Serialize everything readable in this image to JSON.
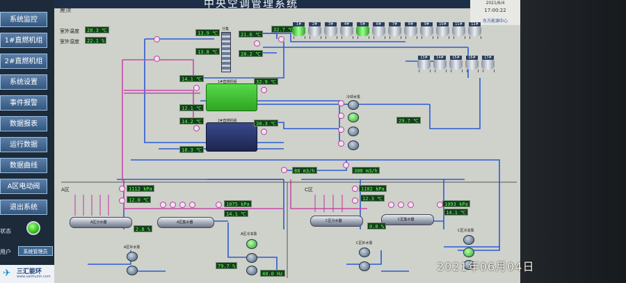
{
  "app": {
    "title": "中央空调管理系统",
    "date": "2021/6/4",
    "time": "17:00:22",
    "org": "东方能源中心",
    "area_title": "屋顶"
  },
  "menu": {
    "items": [
      "系统监控",
      "1#直燃机组",
      "2#直燃机组",
      "系统设置",
      "事件报警",
      "数据报表",
      "运行数据",
      "数据曲线",
      "A区电动阀",
      "退出系统"
    ],
    "status_label": "状态",
    "user_label": "用户",
    "user_value": "系统管理员"
  },
  "logo": {
    "name": "三汇能环",
    "url": "www.sanhuinh.com"
  },
  "outdoor": {
    "temp_label": "室外温度",
    "temp_value": "28.3 ℃",
    "hum_label": "室外湿度",
    "hum_value": "22.1 %"
  },
  "readings": {
    "r1": "13.9 ℃",
    "r2": "21.6 ℃",
    "r3": "13.8 ℃",
    "r4": "28.2 ℃",
    "r5": "32.7 ℃",
    "r6": "14.1 ℃",
    "r7": "32.9 ℃",
    "r8": "12.1 ℃",
    "r9": "14.2 ℃",
    "r10": "30.3 ℃",
    "r11": "18.3 ℃",
    "r12": "29.7 ℃",
    "flow1": "88 m3/h",
    "flow2": "300 m3/h",
    "a_kpa1": "1112 kPa",
    "a_t1": "12.0 ℃",
    "a_pct": "2.8 %",
    "a_kpa2": "1075 kPa",
    "a_t2": "14.1 ℃",
    "a_pct2": "79.7 %",
    "a_hz": "40.0 Hz",
    "c_kpa1": "1102 kPa",
    "c_t1": "12.3 ℃",
    "c_pct": "0.0 %",
    "c_kpa2": "1093 kPa",
    "c_t2": "14.1 ℃"
  },
  "labels": {
    "manifold": "分集",
    "chiller1": "1#直燃机组",
    "chiller2": "2#直燃机组",
    "cooling_pump": "冷却水泵",
    "a_zone": "A区",
    "c_zone": "C区",
    "a_sep": "A区分水器",
    "a_col": "A区集水器",
    "a_pump": "A区补水泵",
    "a_chw_pump": "A区冷冻泵",
    "c_sep": "C区分水器",
    "c_col": "C区集水器",
    "c_pump": "C区补水泵",
    "c_chw_pump": "C区冷冻泵"
  },
  "towers": [
    "1#",
    "2#",
    "3#",
    "4#",
    "5#",
    "6#",
    "7#",
    "8#",
    "9#",
    "10#",
    "11#",
    "12#",
    "13#",
    "14#",
    "15#",
    "16#",
    "17#"
  ],
  "stamp": "2021年06月04日",
  "colors": {
    "screen_bg": "#cfd1cb",
    "value_bg": "#143f1a",
    "value_fg": "#64ff5a",
    "pipe_blue": "#2a5bd6",
    "pipe_pink": "#c44aa8",
    "menu_btn": "#34577f"
  }
}
